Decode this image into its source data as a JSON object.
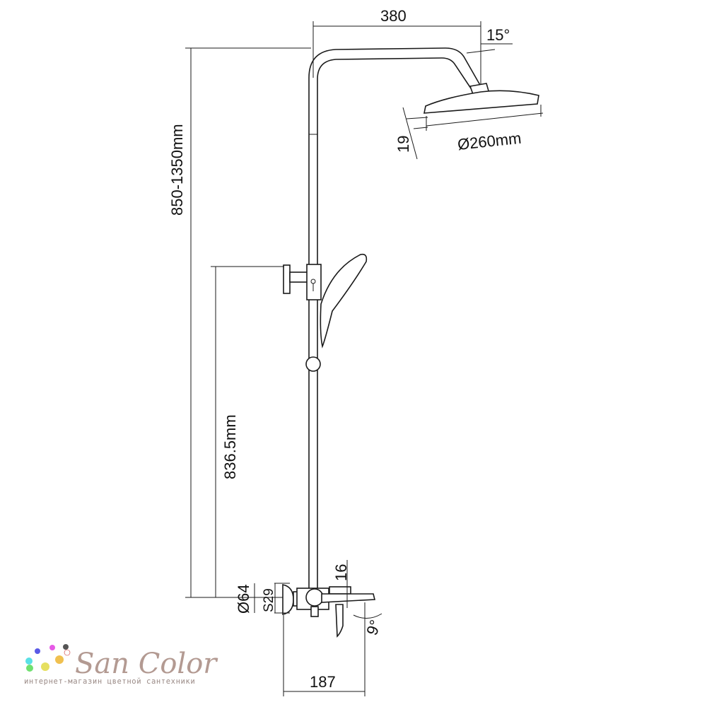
{
  "dimensions": {
    "arm_length": "380",
    "head_angle": "15°",
    "head_thickness": "19",
    "head_diameter": "Ø260mm",
    "height_range": "850-1350mm",
    "holder_height": "836.5mm",
    "flange_diameter": "Ø64",
    "connection": "S29",
    "spout_offset": "16",
    "spout_angle": "9°",
    "mixer_depth": "187"
  },
  "logo": {
    "name": "San Color",
    "tagline": "интернет-магазин цветной сантехники",
    "dot_colors": [
      "#5a5ae6",
      "#e65ae6",
      "#555555",
      "#5ae0e6",
      "#f0c050",
      "#70e070",
      "#e6e060"
    ]
  }
}
